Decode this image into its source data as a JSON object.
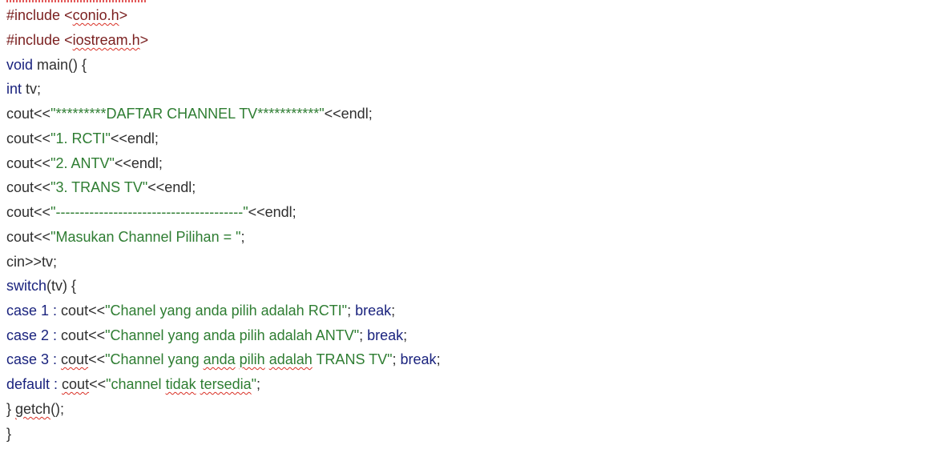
{
  "colors": {
    "directive": "#7a1f1f",
    "keyword": "#1a237e",
    "text": "#2f2f2f",
    "string": "#2e7d32",
    "spellcheck": "#d93025"
  },
  "code": {
    "l1": {
      "directive": "#include ",
      "header_open": "<",
      "header_name": "conio.h",
      "header_close": ">"
    },
    "l2": {
      "directive": "#include ",
      "header_open": "<",
      "header_name": "iostream.h",
      "header_close": ">"
    },
    "l3": {
      "keyword": "void",
      "rest": " main() {"
    },
    "l4": {
      "keyword": "int",
      "rest": " tv;"
    },
    "l5": {
      "cout": "cout",
      "op": "<<",
      "string": "\"*********DAFTAR CHANNEL TV***********\"",
      "tail": "<<endl;"
    },
    "l6": {
      "cout": "cout",
      "op": "<<",
      "string": "\"1. RCTI\"",
      "tail": "<<endl;"
    },
    "l7": {
      "cout": "cout",
      "op": "<<",
      "string": "\"2. ANTV\"",
      "tail": "<<endl;"
    },
    "l8": {
      "cout": "cout",
      "op": "<<",
      "string": "\"3. TRANS TV\"",
      "tail": "<<endl;"
    },
    "l9": {
      "cout": "cout",
      "op": "<<",
      "string": "\"---------------------------------------\"",
      "tail": "<<endl;"
    },
    "l10": {
      "cout": "cout",
      "op": "<<",
      "string": "\"Masukan Channel Pilihan = \"",
      "tail": ";"
    },
    "l11": {
      "text": "cin>>tv;"
    },
    "l12": {
      "keyword": "switch",
      "rest": "(tv) {"
    },
    "l13": {
      "case": "case 1 : ",
      "cout": "cout",
      "op": "<<",
      "string": "\"Chanel yang anda pilih adalah RCTI\"",
      "semi": "; ",
      "brk": "break",
      "end": ";"
    },
    "l14": {
      "case": "case 2 : ",
      "cout": "cout",
      "op": "<<",
      "string": "\"Channel yang anda pilih adalah ANTV\"",
      "semi": "; ",
      "brk": "break",
      "end": ";"
    },
    "l15": {
      "case": "case 3 : ",
      "cout": "cout",
      "op": "<<",
      "s1": "\"Channel yang ",
      "s2": "anda",
      "s3": " ",
      "s4": "pilih",
      "s5": " ",
      "s6": "adalah",
      "s7": " TRANS TV\"",
      "semi": "; ",
      "brk": "break",
      "end": ";"
    },
    "l16": {
      "kw": "default : ",
      "cout": "cout",
      "op": "<<",
      "s1": "\"channel ",
      "s2": "tidak",
      "s3": " ",
      "s4": "tersedia",
      "s5": "\"",
      "end": ";"
    },
    "l17": {
      "brace": "} ",
      "fn": "getch",
      "rest": "();"
    },
    "l18": {
      "brace": "}"
    }
  }
}
